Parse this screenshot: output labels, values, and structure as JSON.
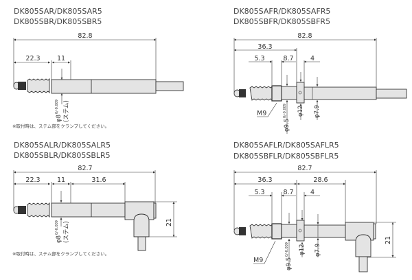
{
  "panels": [
    {
      "title_line1": "DK805SAR/DK805SAR5",
      "title_line2": "DK805SBR/DK805SBR5",
      "dims": {
        "overall": "82.8",
        "a": "22.3",
        "b": "11"
      },
      "stem_dia": "φ8",
      "stem_tol": "0/-0.009",
      "stem_label": "(ステム)",
      "note": "※取付時は、ステム部をクランプしてください。"
    },
    {
      "title_line1": "DK805SAFR/DK805SAFR5",
      "title_line2": "DK805SBFR/DK805SBFR5",
      "dims": {
        "overall": "82.8",
        "a": "36.3",
        "b": "5.3",
        "c": "8.7",
        "d": "4"
      },
      "thread": "M9",
      "dia1": "φ9.5",
      "dia1_tol": "0/-0.009",
      "dia2": "φ12",
      "dia3": "φ7.9"
    },
    {
      "title_line1": "DK805SALR/DK805SALR5",
      "title_line2": "DK805SBLR/DK805SBLR5",
      "dims": {
        "overall": "82.7",
        "a": "22.3",
        "b": "11",
        "c": "31.6",
        "height": "21"
      },
      "stem_dia": "φ8",
      "stem_tol": "0/-0.009",
      "stem_label": "(ステム)",
      "note": "※取付時は、ステム部をクランプしてください。"
    },
    {
      "title_line1": "DK805SAFLR/DK805SAFLR5",
      "title_line2": "DK805SBFLR/DK805SBFLR5",
      "dims": {
        "overall": "82.7",
        "a": "36.3",
        "e": "28.6",
        "b": "5.3",
        "c": "8.7",
        "d": "4",
        "height": "21"
      },
      "thread": "M9",
      "dia1": "φ9.5",
      "dia1_tol": "0/-0.009",
      "dia2": "φ12",
      "dia3": "φ7.9"
    }
  ]
}
